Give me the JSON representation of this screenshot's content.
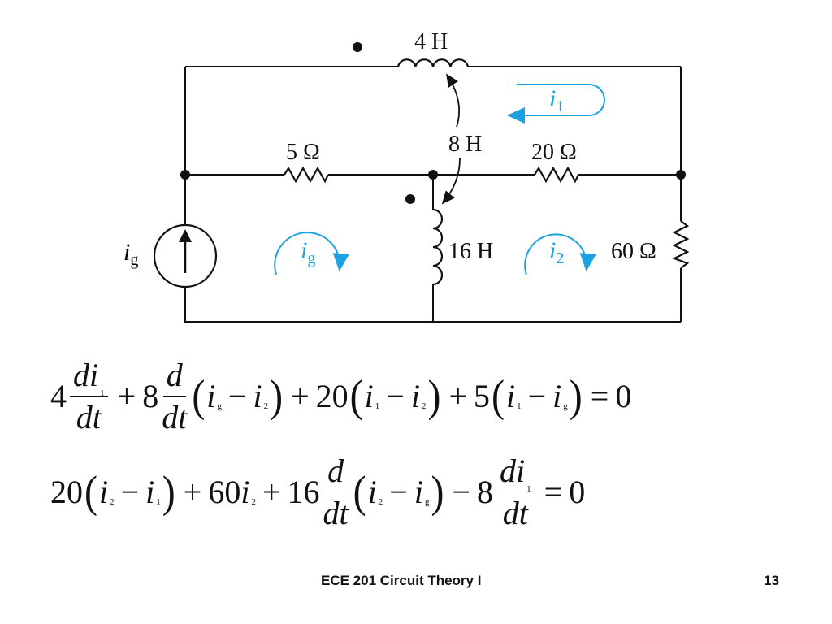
{
  "circuit": {
    "L1": "4 H",
    "M": "8 H",
    "L2": "16 H",
    "R5": "5 Ω",
    "R20": "20 Ω",
    "R60": "60 Ω",
    "source_i": "i",
    "source_sub": "g",
    "loop_i1": "i",
    "loop_i1_sub": "1",
    "loop_ig": "i",
    "loop_ig_sub": "g",
    "loop_i2": "i",
    "loop_i2_sub": "2",
    "accent": "#1aa3e0"
  },
  "equations": {
    "eq1": {
      "c1": "4",
      "di": "di",
      "dt": "dt",
      "d": "d",
      "c2": "8",
      "c3": "20",
      "c4": "5",
      "rhs": "0",
      "s1": "1",
      "sg": "g",
      "s2": "2"
    },
    "eq2": {
      "c1": "20",
      "c2": "60",
      "c3": "16",
      "c4": "8",
      "d": "d",
      "di": "di",
      "dt": "dt",
      "rhs": "0",
      "s1": "1",
      "sg": "g",
      "s2": "2"
    }
  },
  "footer": {
    "title": "ECE 201 Circuit Theory I",
    "page": "13"
  }
}
